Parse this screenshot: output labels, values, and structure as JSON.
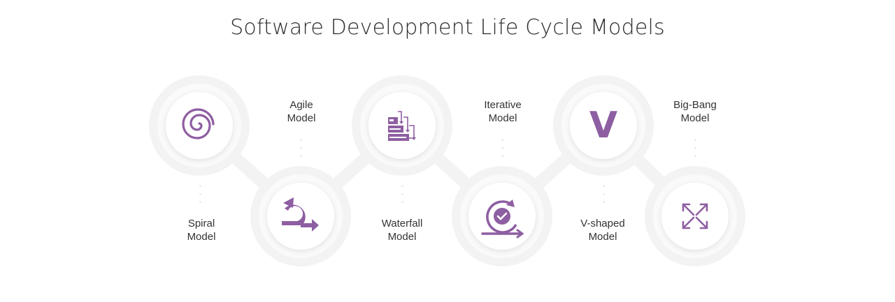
{
  "title": "Software Development Life Cycle Models",
  "colors": {
    "accent": "#8e5ea2",
    "ring": "#f3f3f3",
    "text": "#333333",
    "background": "#ffffff"
  },
  "models": [
    {
      "name": "Spiral Model",
      "line1": "Spiral",
      "line2": "Model",
      "icon": "spiral-icon",
      "position": "top"
    },
    {
      "name": "Agile Model",
      "line1": "Agile",
      "line2": "Model",
      "icon": "agile-loop-arrow-icon",
      "position": "bottom"
    },
    {
      "name": "Waterfall Model",
      "line1": "Waterfall",
      "line2": "Model",
      "icon": "waterfall-steps-icon",
      "position": "top"
    },
    {
      "name": "Iterative Model",
      "line1": "Iterative",
      "line2": "Model",
      "icon": "iterative-cycle-check-icon",
      "position": "bottom"
    },
    {
      "name": "V-shaped Model",
      "line1": "V-shaped",
      "line2": "Model",
      "icon": "v-letter-icon",
      "icon_text": "V",
      "position": "top"
    },
    {
      "name": "Big-Bang Model",
      "line1": "Big-Bang",
      "line2": "Model",
      "icon": "expand-arrows-icon",
      "position": "bottom"
    }
  ]
}
